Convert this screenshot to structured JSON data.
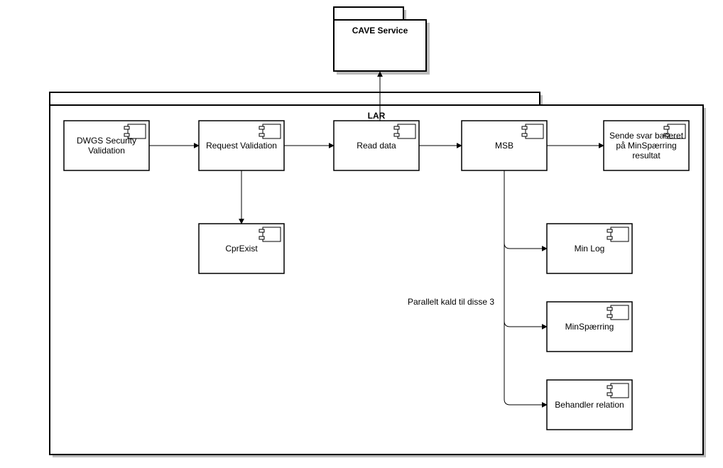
{
  "packages": {
    "cave": {
      "title": "CAVE Service"
    },
    "lar": {
      "title": "LAR"
    }
  },
  "components": {
    "dwgs": {
      "lines": [
        "DWGS Security",
        "Validation"
      ]
    },
    "request_validation": {
      "lines": [
        "Request Validation"
      ]
    },
    "read_data": {
      "lines": [
        "Read data"
      ]
    },
    "msb": {
      "lines": [
        "MSB"
      ]
    },
    "sende_svar": {
      "lines": [
        "Sende svar baseret",
        "på MinSpærring",
        "resultat"
      ]
    },
    "cprexist": {
      "lines": [
        "CprExist"
      ]
    },
    "min_log": {
      "lines": [
        "Min Log"
      ]
    },
    "minsparring": {
      "lines": [
        "MinSpærring"
      ]
    },
    "behandler_relation": {
      "lines": [
        "Behandler relation"
      ]
    }
  },
  "annotations": {
    "parallel_note": "Parallelt kald til disse 3"
  }
}
